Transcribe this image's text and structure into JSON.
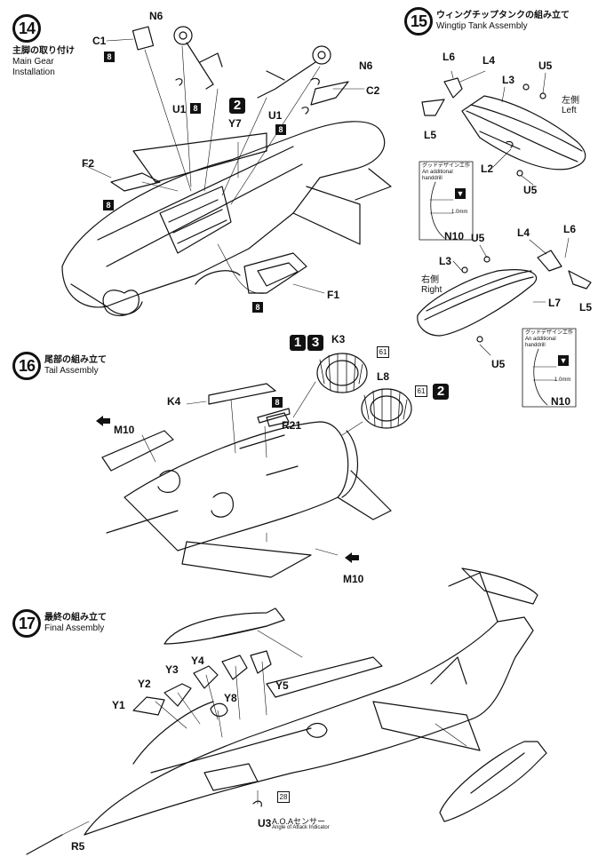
{
  "steps": [
    {
      "number": "14",
      "title_jp": "主脚の取り付け",
      "title_en": "Main Gear Installation"
    },
    {
      "number": "15",
      "title_jp": "ウィングチップタンクの組み立て",
      "title_en": "Wingtip Tank Assembly"
    },
    {
      "number": "16",
      "title_jp": "尾部の組み立て",
      "title_en": "Tail Assembly"
    },
    {
      "number": "17",
      "title_jp": "最終の組み立て",
      "title_en": "Final Assembly"
    }
  ],
  "step14": {
    "parts": {
      "n6a": "N6",
      "c1": "C1",
      "u1a": "U1",
      "y7": "Y7",
      "f2": "F2",
      "u1b": "U1",
      "n6b": "N6",
      "c2": "C2",
      "f1": "F1"
    },
    "badges": {
      "c1": "8",
      "u1a": "8",
      "u1b": "8",
      "f2": "8",
      "f1": "8",
      "y7": "2"
    }
  },
  "step15": {
    "left_jp": "左側",
    "left_en": "Left",
    "right_jp": "右側",
    "right_en": "Right",
    "parts": {
      "l6a": "L6",
      "l4a": "L4",
      "l3a": "L3",
      "u5a": "U5",
      "l5a": "L5",
      "l2": "L2",
      "u5b": "U5",
      "n10a": "N10",
      "u5c": "U5",
      "l4b": "L4",
      "l6b": "L6",
      "l3b": "L3",
      "l7": "L7",
      "l5b": "L5",
      "u5d": "U5",
      "n10b": "N10"
    },
    "note_jp": "グッドデザイン工作",
    "note_en1": "An additional",
    "note_en2": "handdrill",
    "drill": "1.0mm"
  },
  "step16": {
    "parts": {
      "k3": "K3",
      "l8": "L8",
      "k4": "K4",
      "r21": "R21",
      "m10a": "M10",
      "m10b": "M10"
    },
    "badges": {
      "k3_round": "61",
      "l8_round": "61",
      "r21": "8",
      "k3_group": [
        "1",
        "3"
      ],
      "l8_group": "2"
    }
  },
  "step17": {
    "parts": {
      "y1": "Y1",
      "y2": "Y2",
      "y3": "Y3",
      "y4": "Y4",
      "y5": "Y5",
      "y8": "Y8",
      "r5": "R5",
      "u3": "U3"
    },
    "u3_jp": "A.O.Aセンサー",
    "u3_en": "Angle of Attack Indicator",
    "badge": "28"
  }
}
